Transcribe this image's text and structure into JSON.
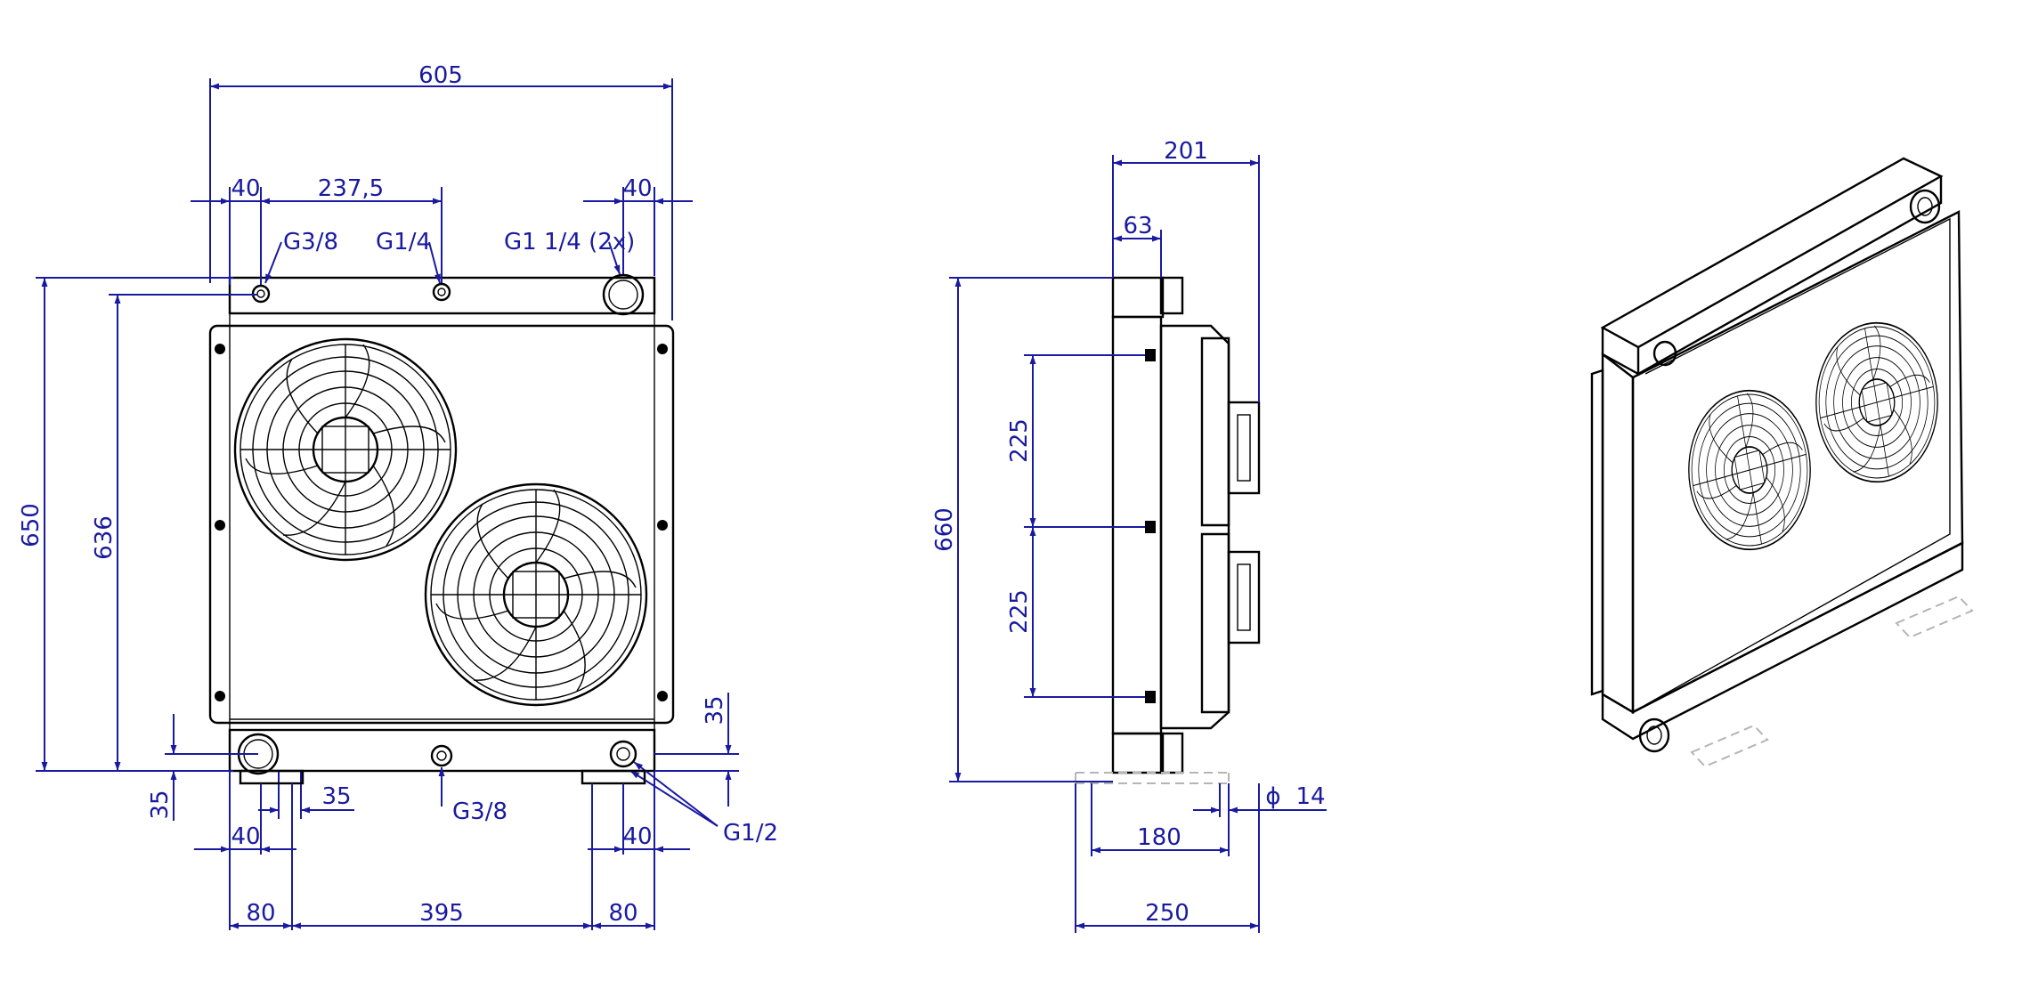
{
  "colors": {
    "dimension": "#1a1aa0",
    "outline": "#000000",
    "ghost": "#b5b5b5",
    "background": "#ffffff"
  },
  "icons": {
    "fan": "fan-icon",
    "arrow": "arrow-head"
  },
  "front": {
    "width_605": "605",
    "margin_left_40": "40",
    "spacing_237_5": "237,5",
    "margin_right_40": "40",
    "port_g3_8_top": "G3/8",
    "port_g1_4": "G1/4",
    "port_g1_1_4": "G1 1/4 (2x)",
    "height_650": "650",
    "height_636": "636",
    "dim_35_right": "35",
    "dim_35_left": "35",
    "dim_35_bottom": "35",
    "port_g3_8_bottom": "G3/8",
    "port_g1_2": "G1/2",
    "foot_40_left": "40",
    "foot_40_right": "40",
    "foot_80_left": "80",
    "foot_395": "395",
    "foot_80_right": "80"
  },
  "side": {
    "depth_201": "201",
    "offset_63": "63",
    "height_660": "660",
    "spacing_225_top": "225",
    "spacing_225_bottom": "225",
    "hole_dia_symbol": "ϕ",
    "hole_dia": "14",
    "foot_180": "180",
    "foot_250": "250"
  }
}
